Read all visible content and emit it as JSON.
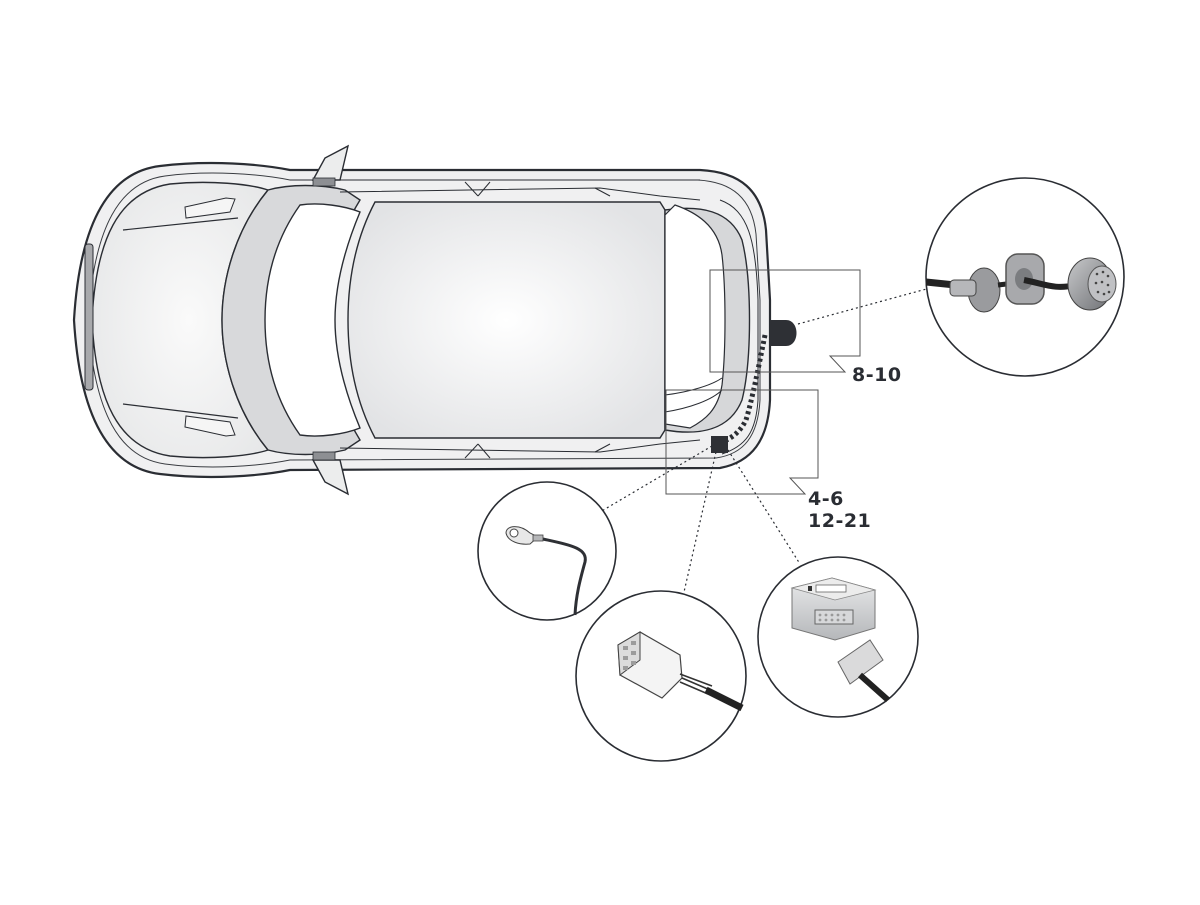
{
  "diagram": {
    "type": "towbar-wiring-installation",
    "vehicle_view": "top",
    "colors": {
      "outline": "#2a2d33",
      "body_fill": "#f2f2f3",
      "glass_fill": "#ffffff",
      "trim_gray": "#d6d7d9",
      "dark_part": "#2e3035",
      "component_gray": "#9a9b9e",
      "light_gray": "#e4e5e6"
    },
    "callouts": [
      {
        "id": "socket-area",
        "label": "8-10"
      },
      {
        "id": "module-area",
        "label_line1": "4-6",
        "label_line2": "12-21"
      }
    ],
    "detail_views": [
      {
        "id": "socket-assembly",
        "depicts": "13-pin trailer socket with mounting plate and rubber seal"
      },
      {
        "id": "ground-lug",
        "depicts": "ring terminal ground wire"
      },
      {
        "id": "vehicle-connector",
        "depicts": "multi-pin vehicle harness plug"
      },
      {
        "id": "control-module",
        "depicts": "electronic control module with connector"
      }
    ]
  }
}
